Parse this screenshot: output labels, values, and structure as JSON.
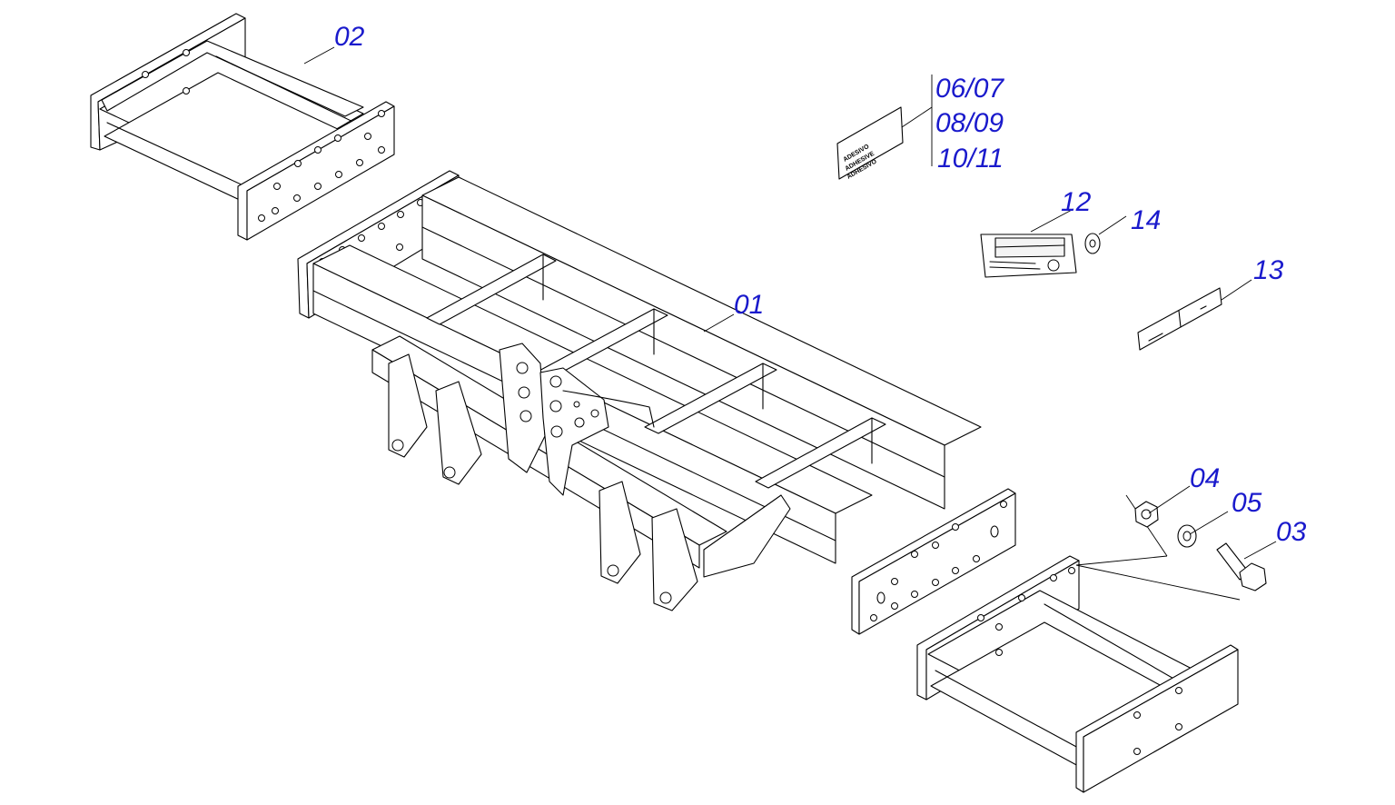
{
  "callouts": {
    "main_frame": "01",
    "end_frame_left": "02",
    "bolt": "03",
    "nut": "04",
    "washer": "05",
    "sticker_line1": "06/07",
    "sticker_line2": "08/09",
    "sticker_line3": "10/11",
    "id_plate": "12",
    "strip": "13",
    "rivet": "14"
  },
  "sticker_text": [
    "ADESIVO",
    "ADHESIVE",
    "ADHESIVO"
  ],
  "colors": {
    "callout": "#1a1acc",
    "line": "#000000",
    "background": "#ffffff"
  }
}
